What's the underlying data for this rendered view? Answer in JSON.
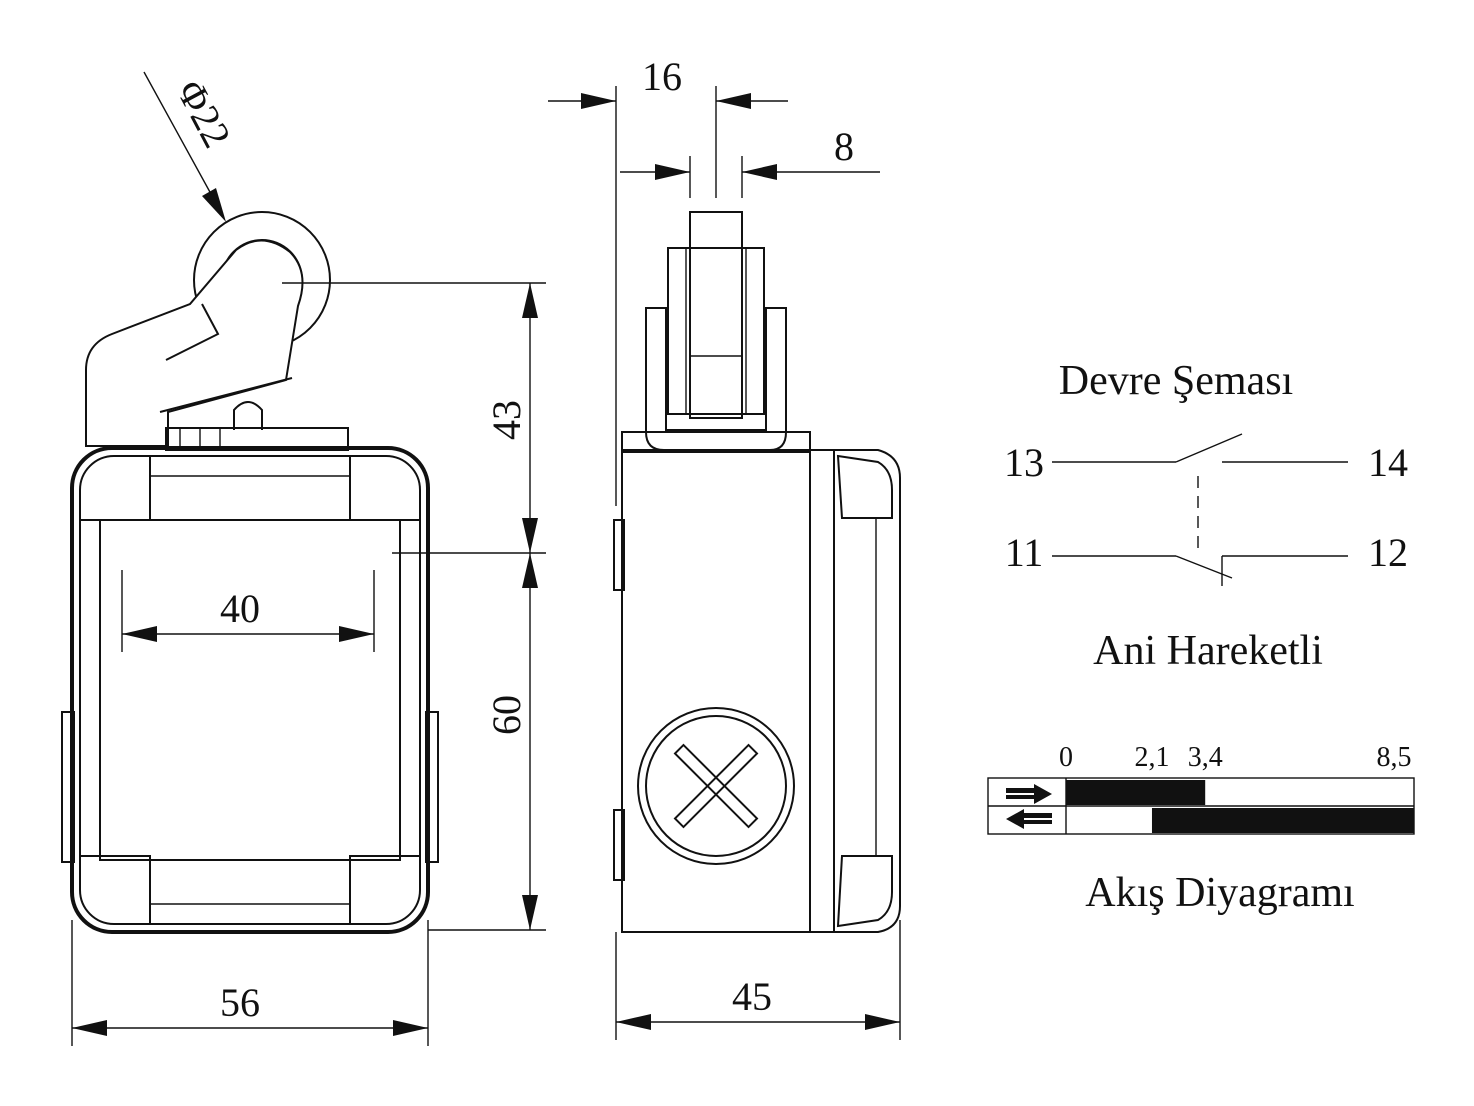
{
  "front_view": {
    "roller_diameter": "Φ22",
    "height_upper": "43",
    "height_lower": "60",
    "inner_width": "40",
    "overall_width": "56"
  },
  "side_view": {
    "offset_width": "16",
    "roller_width": "8",
    "overall_depth": "45"
  },
  "circuit": {
    "title": "Devre Şeması",
    "terminal_top_left": "13",
    "terminal_top_right": "14",
    "terminal_bottom_left": "11",
    "terminal_bottom_right": "12",
    "action_label": "Ani Hareketli"
  },
  "travel_diagram": {
    "title": "Akış Diyagramı",
    "ticks": [
      "0",
      "2,1",
      "3,4",
      "8,5"
    ],
    "rows": [
      {
        "direction": "forward",
        "closed_segments": [
          [
            0,
            3.4
          ]
        ]
      },
      {
        "direction": "return",
        "closed_segments": [
          [
            2.1,
            8.5
          ]
        ]
      }
    ],
    "max_travel": 8.5
  }
}
